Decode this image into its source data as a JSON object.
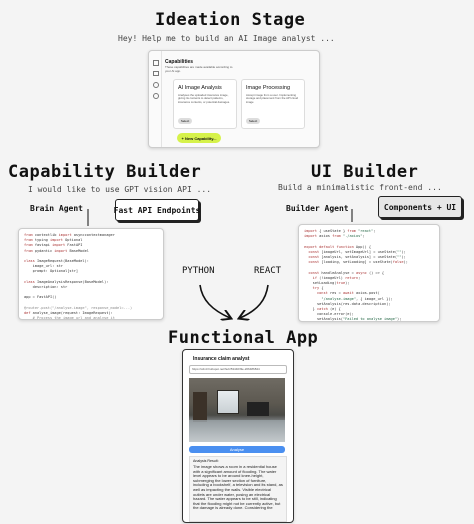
{
  "ideation": {
    "title": "Ideation Stage",
    "subtitle": "Hey! Help me to build an AI Image analyst ...",
    "panel_heading": "Capabilities",
    "panel_desc": "These capabilities are made available according to your AI app.",
    "cards": [
      {
        "title": "AI Image Analysis",
        "desc": "Analyses the uploaded insurance image, giving its contents to detect patterns, insurance contents, or potential damages.",
        "button": "Select"
      },
      {
        "title": "Image Processing",
        "desc": "Accept image from a user. Implementing storage and placement from the API cloud image",
        "button": "Select"
      }
    ],
    "new_button": "+ New Capability..."
  },
  "capability": {
    "title": "Capability Builder",
    "subtitle": "I would like to use GPT vision API ...",
    "agent": "Brain Agent",
    "pill": "Fast API Endpoints"
  },
  "ui_builder": {
    "title": "UI Builder",
    "subtitle": "Build a minimalistic front-end ...",
    "agent": "Builder Agent",
    "pill": "Components + UI"
  },
  "arrows": {
    "left": "PYTHON",
    "right": "REACT"
  },
  "app": {
    "title": "Functional App",
    "window_title": "Insurance claim analyst",
    "url": "https://cdn3.hubspot.net/hub/53440/file-206486844",
    "button": "Analyse",
    "result_heading": "Analysis Result:",
    "result_text": "The image shows a room in a residential house with a significant amount of flooding. The water level appears to be around knee-height, submerging the lower section of furniture, including a bookshelf, a television and its stand, as well as impacting the walls. Visible electrical outlets are under water, posing an electrical hazard. The water appears to be still, indicating that the flooding might not be currently active, but the damage is already done. Considering the"
  },
  "colors": {
    "accent": "#d6f24a",
    "blue": "#4a8ff0"
  }
}
